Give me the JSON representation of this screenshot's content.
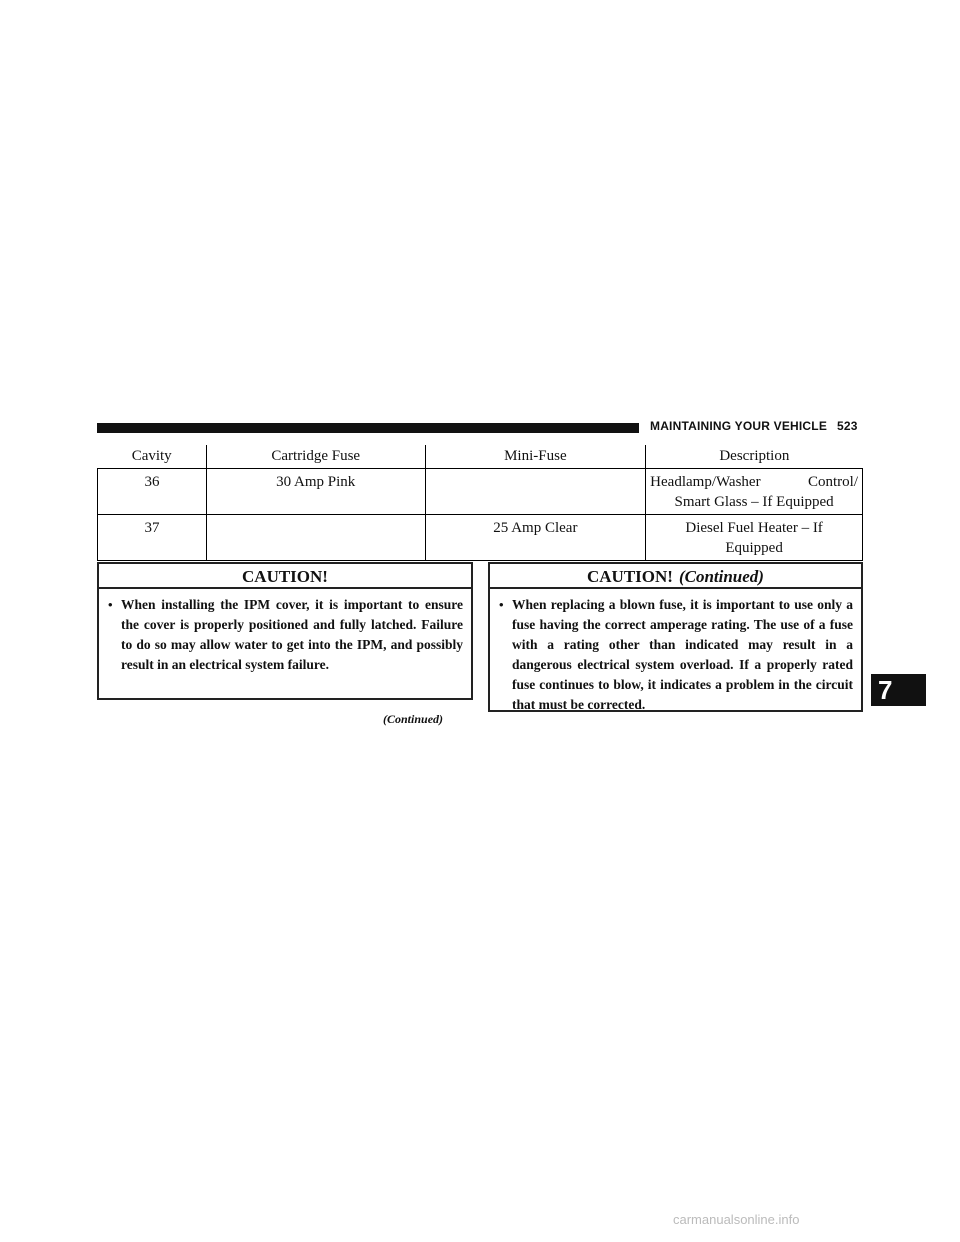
{
  "header": {
    "section_title": "MAINTAINING YOUR VEHICLE",
    "page_number": "523"
  },
  "fuse_table": {
    "columns": [
      "Cavity",
      "Cartridge Fuse",
      "Mini-Fuse",
      "Description"
    ],
    "rows": [
      {
        "cavity": "36",
        "cartridge": "30 Amp Pink",
        "mini": "",
        "desc_line1": "Headlamp/Washer Control/",
        "desc_line2": "Smart Glass – If Equipped"
      },
      {
        "cavity": "37",
        "cartridge": "",
        "mini": "25 Amp Clear",
        "desc_line1": "Diesel Fuel Heater – If",
        "desc_line2": "Equipped"
      }
    ]
  },
  "caution_left": {
    "title": "CAUTION!",
    "bullet": "•",
    "text": "When installing the IPM cover, it is important to ensure the cover is properly positioned and fully latched. Failure to do so may allow water to get into the IPM, and possibly result in an electrical system failure."
  },
  "continued_note": "(Continued)",
  "caution_right": {
    "title": "CAUTION!",
    "title_suffix": "(Continued)",
    "bullet": "•",
    "text": "When replacing a blown fuse, it is important to use only a fuse having the correct amperage rating. The use of a fuse with a rating other than indicated may result in a dangerous electrical system overload. If a properly rated fuse continues to blow, it indicates a problem in the circuit that must be corrected."
  },
  "chapter_tab": "7",
  "watermark": "carmanualsonline.info"
}
